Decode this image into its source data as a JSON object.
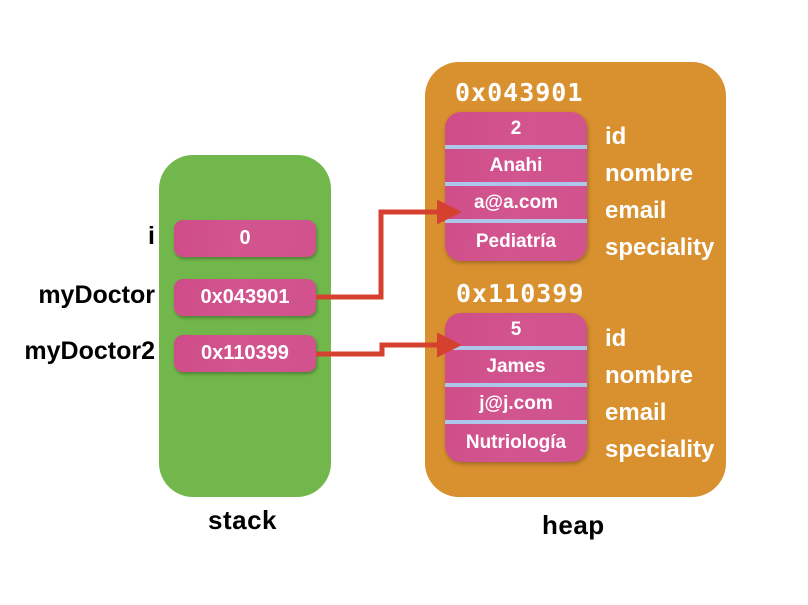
{
  "diagram": {
    "title": "stack and heap memory diagram",
    "colors": {
      "stack_region": "#72b74b",
      "heap_region": "#d9912f",
      "slot_pink": "#d1528d",
      "separator_blue": "#aec6ea",
      "arrow_red": "#d6412f",
      "text_white": "#ffffff",
      "text_black": "#000000",
      "background": "#ffffff"
    }
  },
  "stack": {
    "label": "stack",
    "slots": [
      {
        "name": "i",
        "value": "0"
      },
      {
        "name": "myDoctor",
        "value": "0x043901"
      },
      {
        "name": "myDoctor2",
        "value": "0x110399"
      }
    ]
  },
  "heap": {
    "label": "heap",
    "field_names": [
      "id",
      "nombre",
      "email",
      "speciality"
    ],
    "objects": [
      {
        "address": "0x043901",
        "fields": [
          {
            "name": "id",
            "value": "2"
          },
          {
            "name": "nombre",
            "value": "Anahi"
          },
          {
            "name": "email",
            "value": "a@a.com"
          },
          {
            "name": "speciality",
            "value": "Pediatría"
          }
        ]
      },
      {
        "address": "0x110399",
        "fields": [
          {
            "name": "id",
            "value": "5"
          },
          {
            "name": "nombre",
            "value": "James"
          },
          {
            "name": "email",
            "value": "j@j.com"
          },
          {
            "name": "speciality",
            "value": "Nutriología"
          }
        ]
      }
    ]
  },
  "pointers": [
    {
      "from": "myDoctor",
      "to": "0x043901"
    },
    {
      "from": "myDoctor2",
      "to": "0x110399"
    }
  ]
}
